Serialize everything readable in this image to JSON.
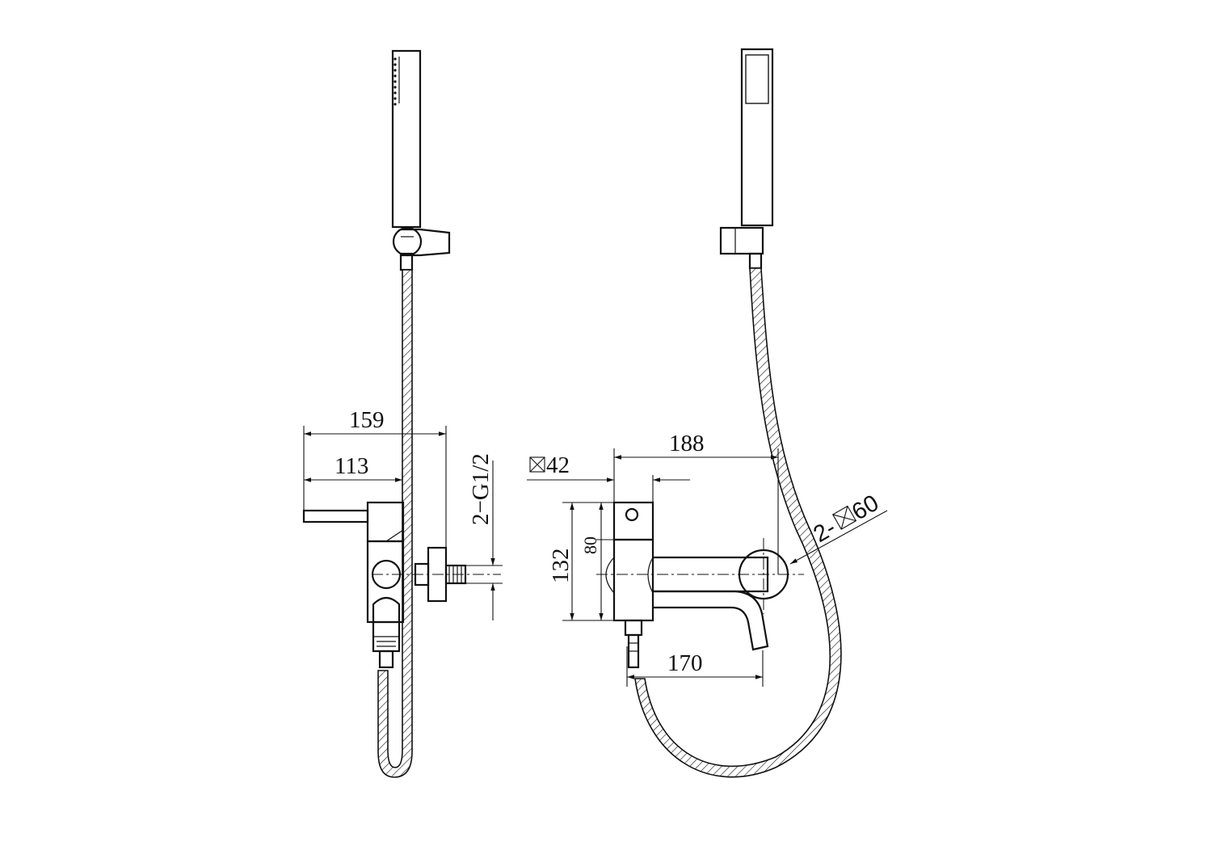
{
  "dimensions": {
    "d159": "159",
    "d113": "113",
    "thread": "2−G1/2",
    "sq42": "42",
    "d188": "188",
    "d132": "132",
    "d80": "80",
    "d170": "170",
    "escutcheon": "2-",
    "escutcheon_size": "60"
  }
}
